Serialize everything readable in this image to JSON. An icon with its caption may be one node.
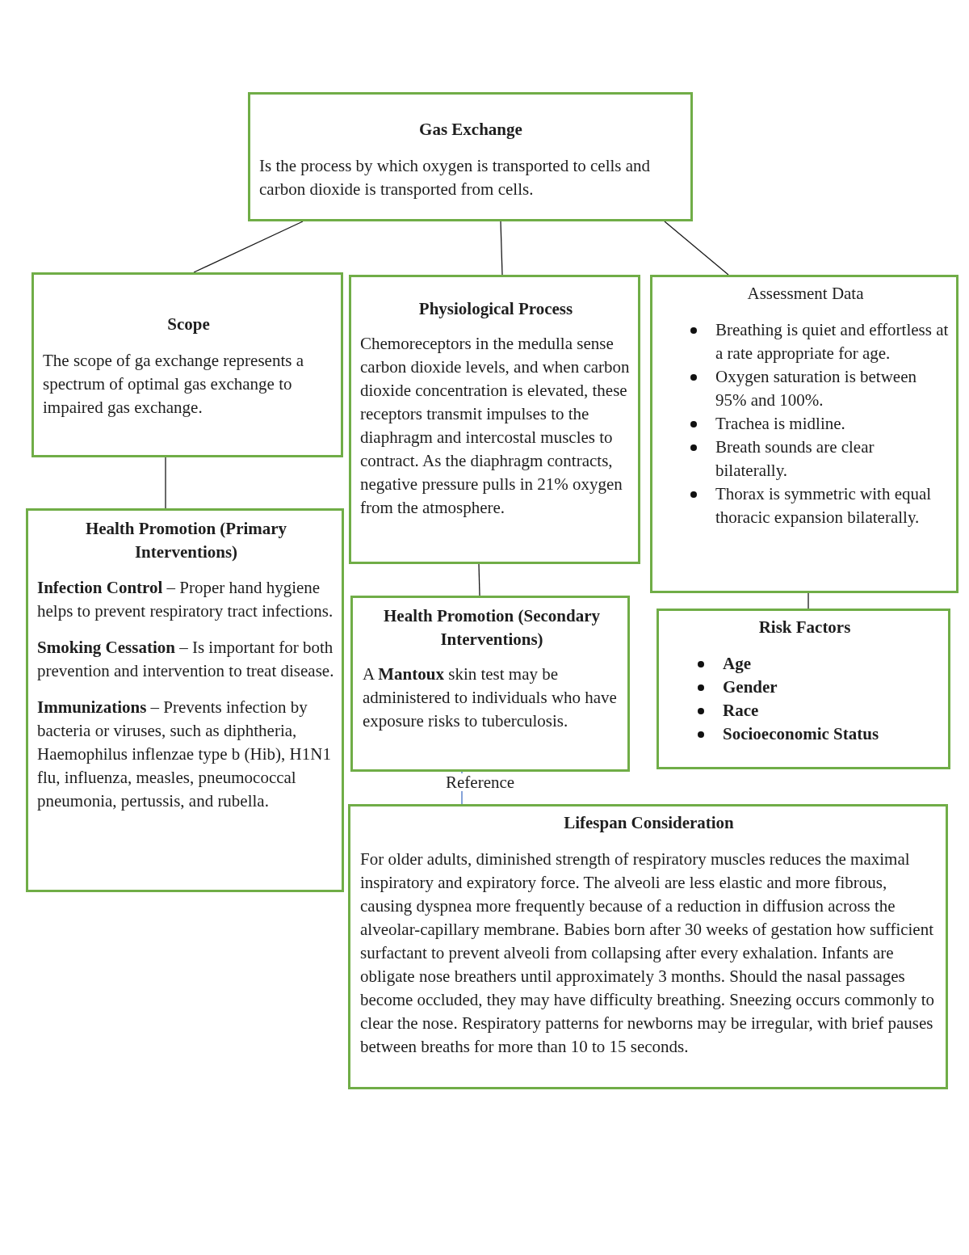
{
  "diagram": {
    "nodes": [
      {
        "text": [
          "Gas Exchange",
          "Is the process by which oxygen is transported to cells and carbon dioxide is transported from cells."
        ]
      },
      {
        "text": [
          "Scope",
          "The scope of ga exchange represents a spectrum of optimal gas exchange to impaired gas exchange."
        ]
      },
      {
        "text": [
          "Physiological Process",
          "Chemoreceptors in the medulla sense carbon dioxide levels, and when carbon dioxide concentration is elevated, these receptors transmit impulses to the diaphragm and intercostal muscles to contract. As the diaphragm contracts, negative pressure pulls in 21% oxygen from the atmosphere."
        ]
      },
      {
        "text": [
          "Assessment Data",
          "Breathing is quiet and effortless at a rate appropriate for age.",
          "Oxygen saturation is between 95% and 100%.",
          "Trachea is midline.",
          "Breath sounds are clear bilaterally.",
          "Thorax is symmetric with equal thoracic expansion bilaterally."
        ]
      },
      {
        "text": [
          "Health Promotion (Primary Interventions)",
          "**Infection Control** – Proper hand hygiene helps to prevent respiratory tract infections.",
          "**Smoking Cessation** – Is important for both prevention and intervention to treat disease.",
          "**Immunizations** – Prevents infection by bacteria or viruses, such as diphtheria, Haemophilus inflenzae type b (Hib), H1N1 flu, influenza, measles, pneumococcal pneumonia, pertussis, and rubella."
        ]
      },
      {
        "text": [
          "Health Promotion (Secondary Interventions)",
          "A **Mantoux** skin test may be administered to individuals who have exposure risks to tuberculosis."
        ]
      },
      {
        "text": [
          "Risk Factors",
          "Age",
          "Gender",
          "Race",
          "Socioeconomic Status"
        ]
      },
      {
        "text": [
          "Lifespan Consideration",
          "For older adults, diminished strength of respiratory muscles reduces the maximal inspiratory and expiratory force. The alveoli are less elastic and more fibrous, causing dyspnea more frequently because of a reduction in diffusion across the alveolar-capillary membrane. Babies born after 30 weeks of gestation how sufficient surfactant to prevent alveoli from collapsing after every exhalation. Infants are obligate nose breathers until approximately 3 months. Should the nasal passages become occluded, they may have difficulty breathing. Sneezing occurs commonly to clear the nose. Respiratory patterns for newborns may be irregular, with brief pauses between breaths for more than 10 to 15 seconds."
        ]
      }
    ],
    "edges": [
      {
        "from": 0,
        "to": 1,
        "arrow": "none"
      },
      {
        "from": 0,
        "to": 2,
        "arrow": "none"
      },
      {
        "from": 0,
        "to": 3,
        "arrow": "none"
      },
      {
        "from": 1,
        "to": 4,
        "arrow": "none"
      },
      {
        "from": 2,
        "to": 5,
        "arrow": "none"
      },
      {
        "from": 3,
        "to": 6,
        "arrow": "none"
      },
      {
        "from": 5,
        "to": 7,
        "arrow": "none",
        "label": "Reference",
        "color": "#4472c4"
      }
    ]
  }
}
